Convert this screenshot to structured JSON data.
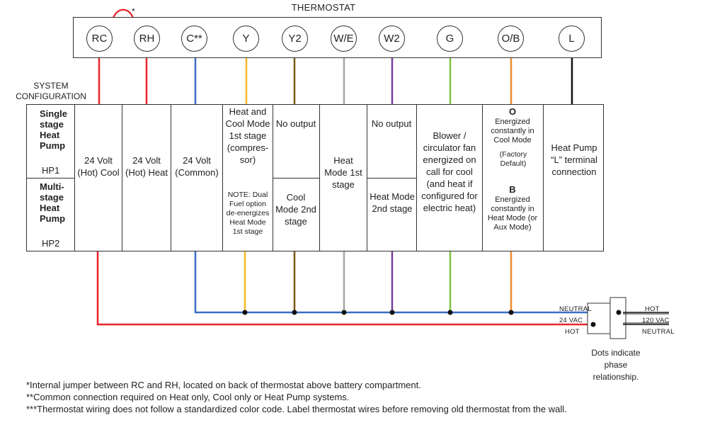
{
  "title": "THERMOSTAT",
  "jumper_mark": "*",
  "terminals": [
    "RC",
    "RH",
    "C**",
    "Y",
    "Y2",
    "W/E",
    "W2",
    "G",
    "O/B",
    "L"
  ],
  "system_configuration": "SYSTEM CONFIGURATION",
  "configs": {
    "single_stage": "Single stage Heat Pump",
    "single_code": "HP1",
    "multi_stage": "Multi-stage Heat Pump",
    "multi_code": "HP2"
  },
  "columns": {
    "rc": "24 Volt (Hot) Cool",
    "rh": "24 Volt (Hot) Heat",
    "c": "24 Volt (Common)",
    "y_top": "Heat and Cool Mode 1st stage (compres-sor)",
    "y_note": "NOTE: Dual Fuel option de-energizes Heat Mode 1st stage",
    "y2_top": "No output",
    "y2_bottom": "Cool Mode 2nd stage",
    "we": "Heat Mode 1st stage",
    "w2_top": "No output",
    "w2_bottom": "Heat Mode 2nd stage",
    "g": "Blower / circulator fan energized on call for cool (and heat if configured for electric heat)",
    "ob_o": "O",
    "ob_o_text": "Energized constantly in Cool Mode",
    "ob_o_default": "(Factory Default)",
    "ob_b": "B",
    "ob_b_text": "Energized constantly in Heat Mode (or Aux Mode)",
    "l": "Heat Pump “L” terminal connection"
  },
  "transformer": {
    "neutral_left": "NEUTRAL",
    "vac24": "24 VAC",
    "hot_left": "HOT",
    "hot_right": "HOT",
    "vac120": "120 VAC",
    "neutral_right": "NEUTRAL",
    "note": "Dots indicate phase relationship."
  },
  "footnotes": [
    "*Internal jumper between RC and RH, located on back of thermostat above battery compartment.",
    "**Common connection required on Heat only, Cool only or Heat Pump systems.",
    "***Thermostat wiring does not follow a standardized color code.  Label thermostat wires before removing old thermostat from the wall."
  ],
  "colors": {
    "rc": "#e8242a",
    "rh": "#e8242a",
    "c": "#3a6fc4",
    "y": "#f5b829",
    "y2": "#7a5a12",
    "we": "#a6a6a6",
    "w2": "#7a3fa0",
    "g": "#7cc242",
    "ob": "#ef8a2e",
    "l": "#111111"
  }
}
